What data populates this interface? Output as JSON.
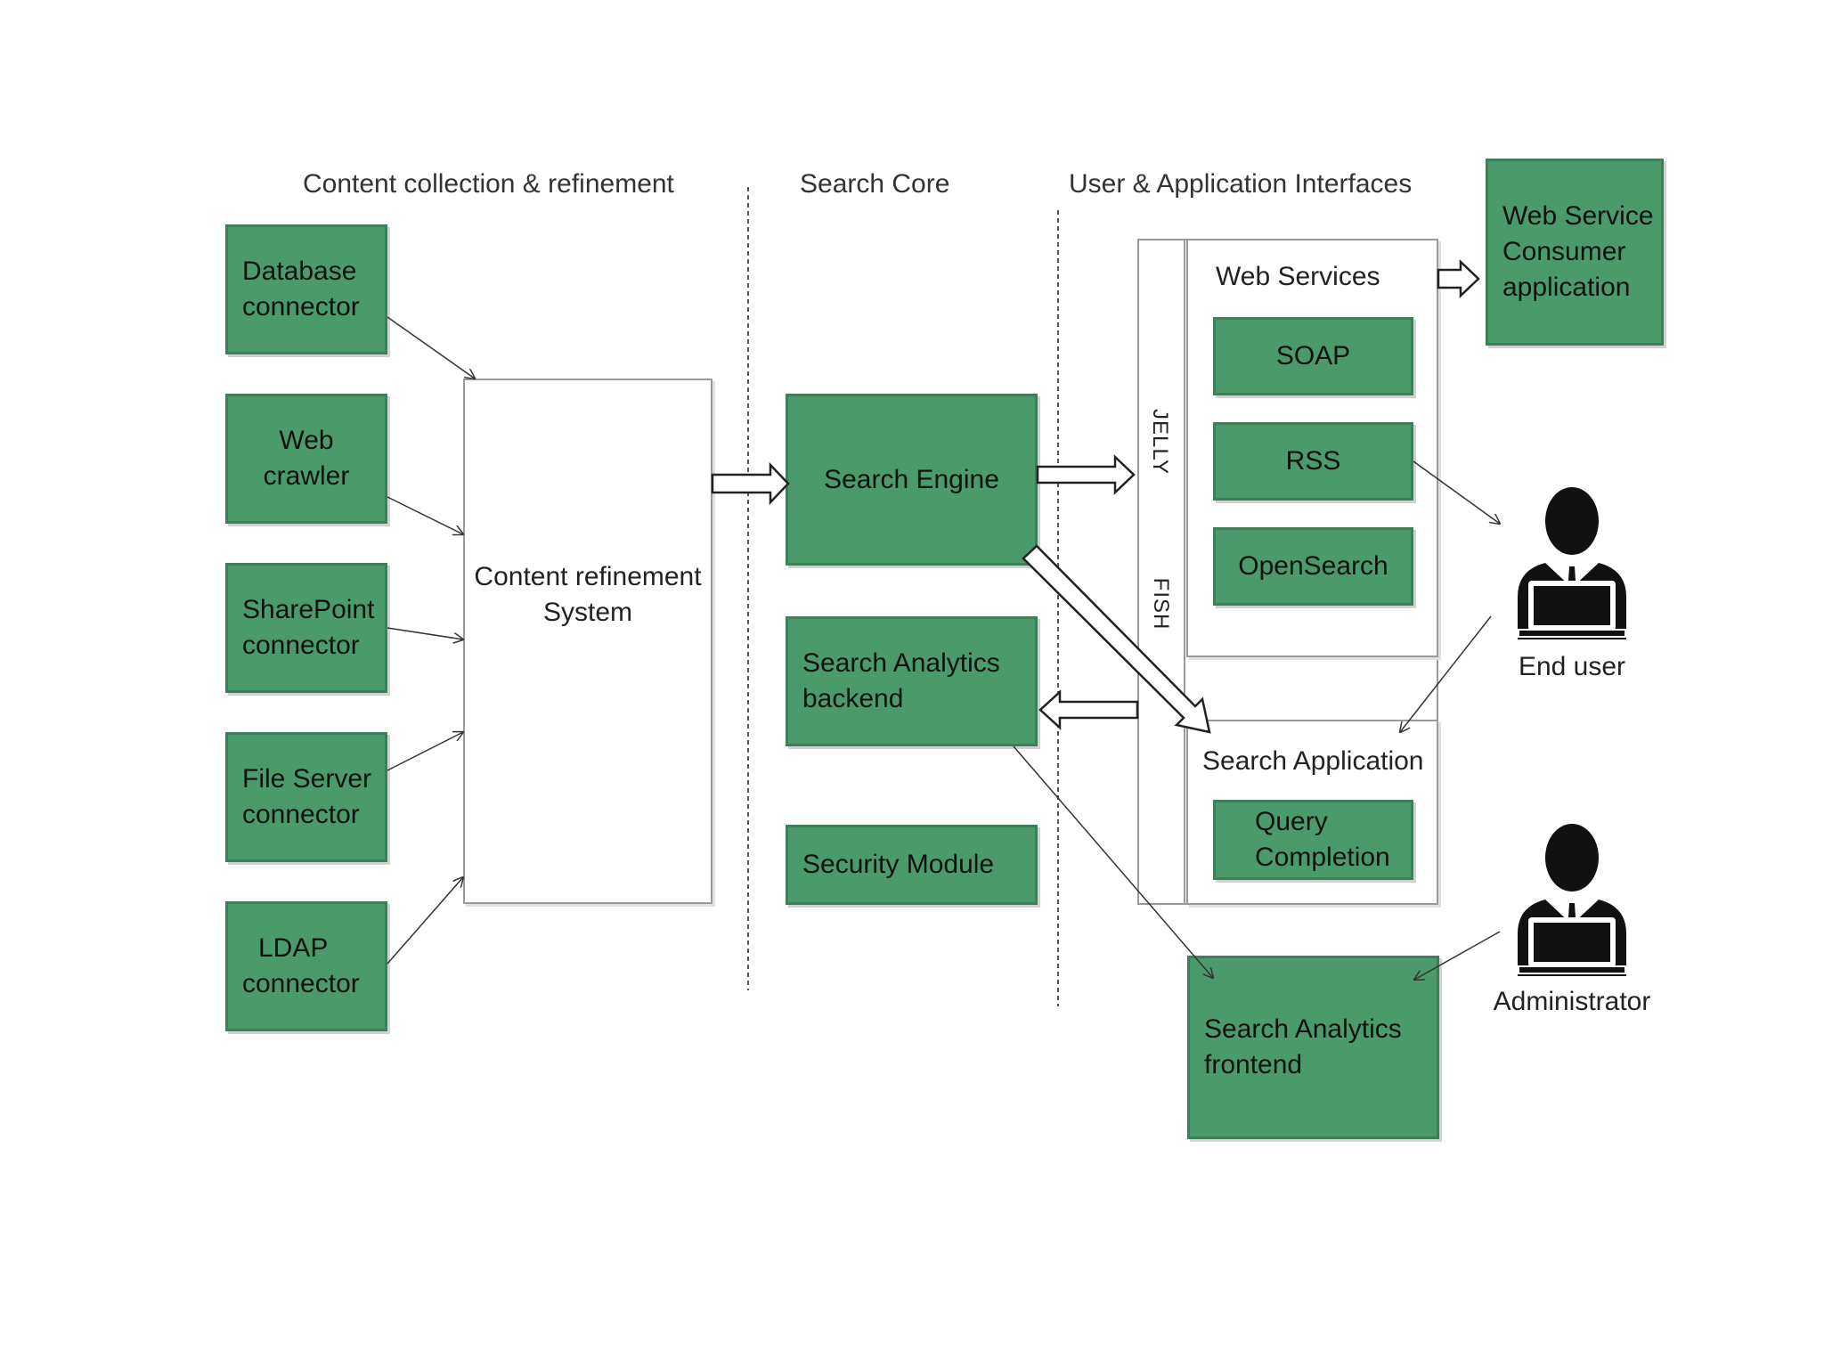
{
  "sections": {
    "content": "Content collection & refinement",
    "core": "Search Core",
    "interfaces": "User & Application Interfaces"
  },
  "connectors": [
    [
      "Database",
      "connector"
    ],
    [
      "Web",
      "crawler"
    ],
    [
      "SharePoint",
      "connector"
    ],
    [
      "File Server",
      "connector"
    ],
    [
      "LDAP",
      "connector"
    ]
  ],
  "refinement": [
    "Content  refinement",
    "System"
  ],
  "core": {
    "engine": "Search Engine",
    "analytics_backend": [
      "Search Analytics",
      "backend"
    ],
    "security": "Security Module"
  },
  "interfaces": {
    "jelly": "JELLY",
    "fish": "FISH",
    "web_services": "Web Services",
    "soap": "SOAP",
    "rss": "RSS",
    "opensearch": "OpenSearch",
    "search_application": "Search  Application",
    "query_completion": [
      "Query",
      "Completion"
    ],
    "analytics_frontend": [
      "Search Analytics",
      "frontend"
    ],
    "consumer": [
      "Web Service",
      "Consumer",
      "application"
    ]
  },
  "people": {
    "end_user": "End user",
    "administrator": "Administrator"
  },
  "colors": {
    "box_fill": "#4a9a6c",
    "box_border": "#3c7f58"
  }
}
